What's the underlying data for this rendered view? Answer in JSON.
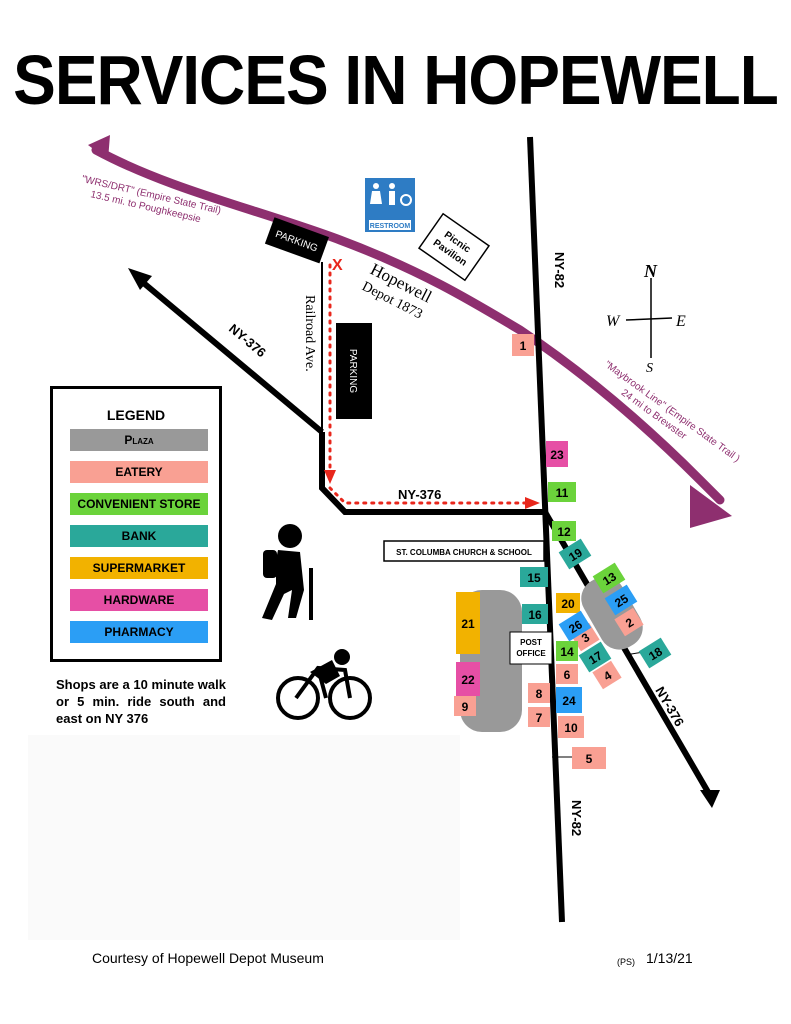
{
  "title": "SERVICES IN HOPEWELL",
  "legend": {
    "title": "LEGEND",
    "items": [
      {
        "label": "Plaza",
        "color": "#999999",
        "text_color": "#000000"
      },
      {
        "label": "EATERY",
        "color": "#f9a093",
        "text_color": "#000000"
      },
      {
        "label": "CONVENIENT STORE",
        "color": "#6bd33b",
        "text_color": "#000000"
      },
      {
        "label": "BANK",
        "color": "#2aa89a",
        "text_color": "#000000"
      },
      {
        "label": "SUPERMARKET",
        "color": "#f2b200",
        "text_color": "#000000"
      },
      {
        "label": "HARDWARE",
        "color": "#e64fa5",
        "text_color": "#000000"
      },
      {
        "label": "PHARMACY",
        "color": "#2b9ef5",
        "text_color": "#000000"
      }
    ]
  },
  "note": "Shops are a 10 minute walk or 5 min. ride south and east on NY 376",
  "labels": {
    "wrs_line1": "\"WRS/DRT\" (Empire State Trail)",
    "wrs_line2": "13.5 mi. to Poughkeepsie",
    "maybrook_line1": "\"Maybrook Line\" (Empire State Trail )",
    "maybrook_line2": "24 mi to Brewster",
    "restroom": "RESTROOM",
    "picnic_line1": "Picnic",
    "picnic_line2": "Pavilion",
    "parking_top": "PARKING",
    "parking_side": "PARKING",
    "railroad_ave": "Railroad Ave.",
    "depot_line1": "Hopewell",
    "depot_line2": "Depot 1873",
    "ny376_nw": "NY-376",
    "ny376_mid": "NY-376",
    "ny376_se": "NY-376",
    "ny82_top": "NY-82",
    "ny82_bottom": "NY-82",
    "church": "ST. COLUMBA CHURCH & SCHOOL",
    "post_office_line1": "POST",
    "post_office_line2": "OFFICE",
    "start_marker": "X",
    "compass_n": "N",
    "compass_s": "S",
    "compass_e": "E",
    "compass_w": "W"
  },
  "shops": [
    {
      "n": "1",
      "type": "EATERY"
    },
    {
      "n": "2",
      "type": "EATERY"
    },
    {
      "n": "3",
      "type": "EATERY"
    },
    {
      "n": "4",
      "type": "EATERY"
    },
    {
      "n": "5",
      "type": "EATERY"
    },
    {
      "n": "6",
      "type": "EATERY"
    },
    {
      "n": "7",
      "type": "EATERY"
    },
    {
      "n": "8",
      "type": "EATERY"
    },
    {
      "n": "9",
      "type": "EATERY"
    },
    {
      "n": "10",
      "type": "EATERY"
    },
    {
      "n": "11",
      "type": "CONVENIENT STORE"
    },
    {
      "n": "12",
      "type": "CONVENIENT STORE"
    },
    {
      "n": "13",
      "type": "CONVENIENT STORE"
    },
    {
      "n": "14",
      "type": "CONVENIENT STORE"
    },
    {
      "n": "15",
      "type": "BANK"
    },
    {
      "n": "16",
      "type": "BANK"
    },
    {
      "n": "17",
      "type": "BANK"
    },
    {
      "n": "18",
      "type": "BANK"
    },
    {
      "n": "19",
      "type": "BANK"
    },
    {
      "n": "20",
      "type": "SUPERMARKET"
    },
    {
      "n": "21",
      "type": "SUPERMARKET"
    },
    {
      "n": "22",
      "type": "HARDWARE"
    },
    {
      "n": "23",
      "type": "HARDWARE"
    },
    {
      "n": "24",
      "type": "PHARMACY"
    },
    {
      "n": "25",
      "type": "PHARMACY"
    },
    {
      "n": "26",
      "type": "PHARMACY"
    }
  ],
  "footer": {
    "courtesy": "Courtesy of Hopewell Depot Museum",
    "ps": "(PS)",
    "date": "1/13/21"
  },
  "colors": {
    "trail": "#8e2f6f",
    "route": "#e8271c",
    "road": "#000000",
    "restroom_sign": "#2e7cc4",
    "trail_text": "#8e2f6f"
  }
}
